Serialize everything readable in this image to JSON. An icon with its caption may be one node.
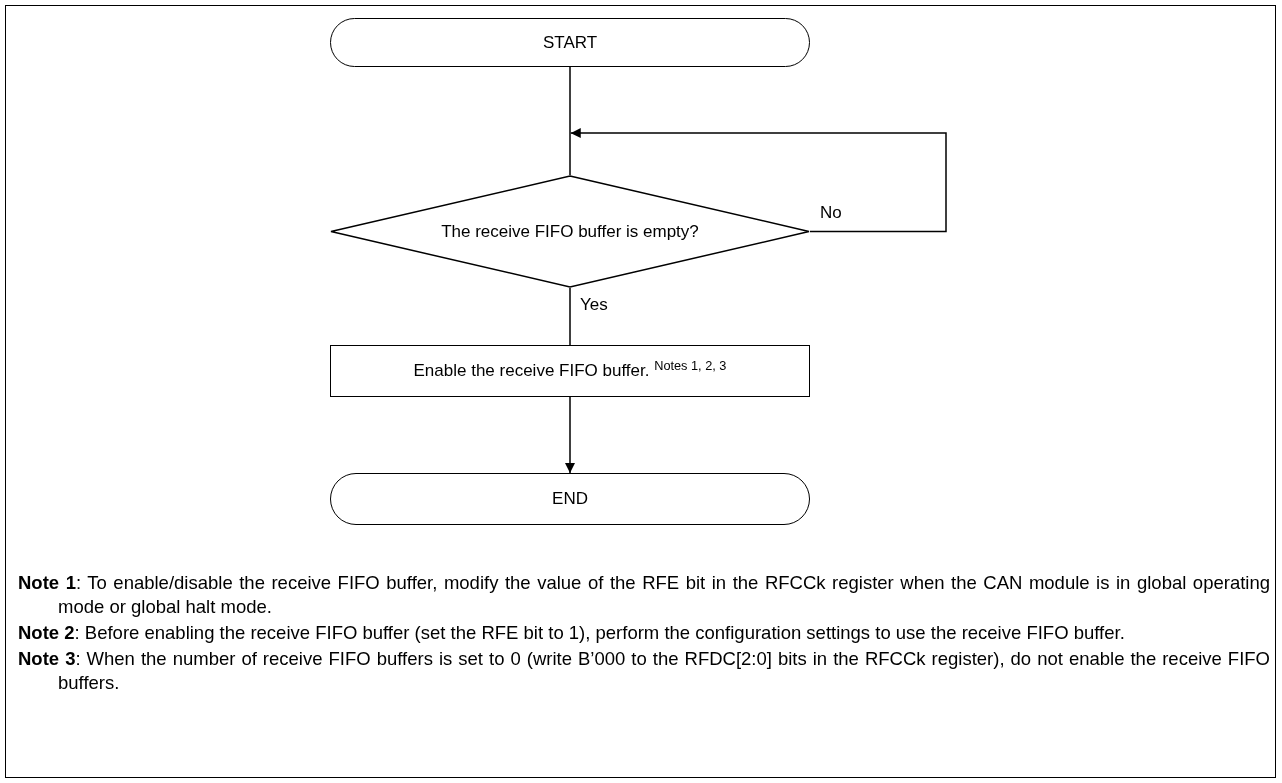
{
  "diagram": {
    "nodes": [
      {
        "text": [
          "START"
        ]
      },
      {
        "text": [
          "The receive FIFO buffer is empty?"
        ]
      },
      {
        "text": [
          "Enable the receive FIFO buffer. $^{Notes 1, 2, 3}$"
        ]
      },
      {
        "text": [
          "END"
        ]
      }
    ],
    "edges": [
      {
        "from": 0,
        "to": 1,
        "arrow": "none"
      },
      {
        "from": 1,
        "to": 1,
        "arrow": "to",
        "label": "No"
      },
      {
        "from": 1,
        "to": 2,
        "arrow": "none",
        "label": "Yes"
      },
      {
        "from": 2,
        "to": 3,
        "arrow": "to"
      }
    ],
    "labels": [
      "**Note 1**: To enable/disable the receive FIFO buffer, modify the value of the RFE bit in the RFCCk register when the CAN module is in global operating mode or global halt mode.",
      "**Note 2**: Before enabling the receive FIFO buffer (set the RFE bit to 1), perform the configuration settings to use the receive FIFO buffer.",
      "**Note 3**: When the number of receive FIFO buffers is set to 0 (write B’000 to the RFDC[2:0] bits in the RFCCk register), do not enable the receive FIFO buffers."
    ]
  }
}
